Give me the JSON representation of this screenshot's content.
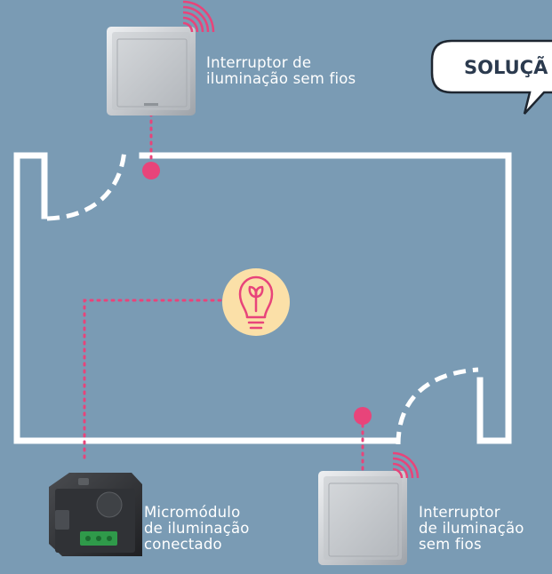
{
  "callout": {
    "text": "SOLUÇÃ"
  },
  "labels": {
    "switch_top": {
      "line1": "Interruptor de",
      "line2": "iluminação sem fios"
    },
    "micromodule": {
      "line1": "Micromódulo",
      "line2": "de iluminação",
      "line3": "conectado"
    },
    "switch_bottom": {
      "line1": "Interruptor",
      "line2": "de iluminação",
      "line3": "sem fios"
    }
  },
  "colors": {
    "background": "#7a9bb4",
    "walls": "#ffffff",
    "accent_pink": "#e8447a",
    "bulb_circle": "#fbe0a8",
    "callout_text": "#2b3a4e"
  },
  "icons": [
    "wifi-signal-icon",
    "lightbulb-icon",
    "micromodule-device",
    "wall-switch-device"
  ]
}
